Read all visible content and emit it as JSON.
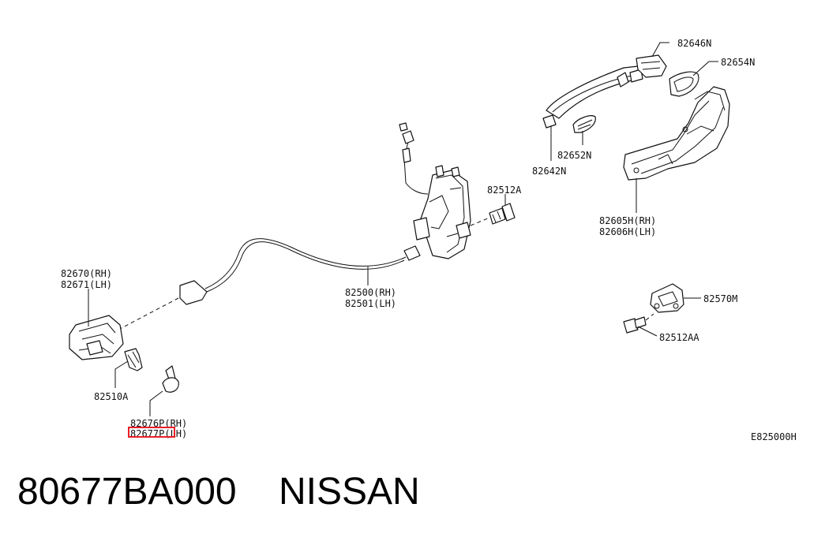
{
  "diagram": {
    "labels": {
      "p82646N": "82646N",
      "p82654N": "82654N",
      "p82652N": "82652N",
      "p82642N": "82642N",
      "p82512A": "82512A",
      "p82605H": "82605H(RH)",
      "p82606H": "82606H(LH)",
      "p82670": "82670(RH)",
      "p82671": "82671(LH)",
      "p82500": "82500(RH)",
      "p82501": "82501(LH)",
      "p82570M": "82570M",
      "p82512AA": "82512AA",
      "p82510A": "82510A",
      "p82676P": "82676P(RH)",
      "p82677P": "82677P(LH)",
      "ref": "E825000H"
    },
    "highlight_color": "#e8202a"
  },
  "caption": {
    "part_number": "80677BA000",
    "brand": "NISSAN"
  }
}
